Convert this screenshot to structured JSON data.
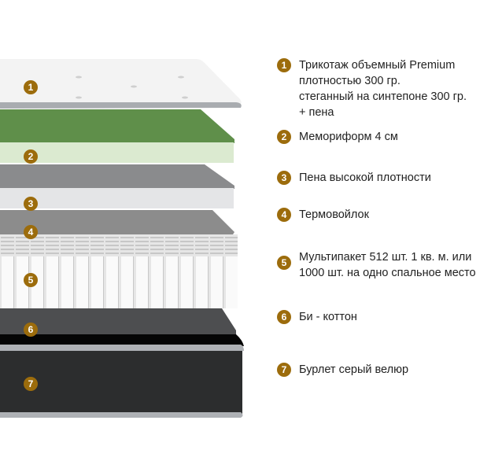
{
  "colors": {
    "badge": "#9c6c0c",
    "memory_foam": "#5f8f4a",
    "text": "#222222"
  },
  "layers": [
    {
      "number": "1",
      "label_lines": [
        "Трикотаж объемный Premium",
        "плотностью 300 гр.",
        "стеганный на синтепоне 300 гр.",
        "+ пена"
      ]
    },
    {
      "number": "2",
      "label_lines": [
        "Мемориформ 4 см"
      ]
    },
    {
      "number": "3",
      "label_lines": [
        "Пена высокой плотности"
      ]
    },
    {
      "number": "4",
      "label_lines": [
        "Термовойлок"
      ]
    },
    {
      "number": "5",
      "label_lines": [
        "Мультипакет 512 шт. 1 кв. м. или",
        "1000 шт. на одно спальное место"
      ]
    },
    {
      "number": "6",
      "label_lines": [
        "Би - коттон"
      ]
    },
    {
      "number": "7",
      "label_lines": [
        "Бурлет серый велюр"
      ]
    }
  ]
}
